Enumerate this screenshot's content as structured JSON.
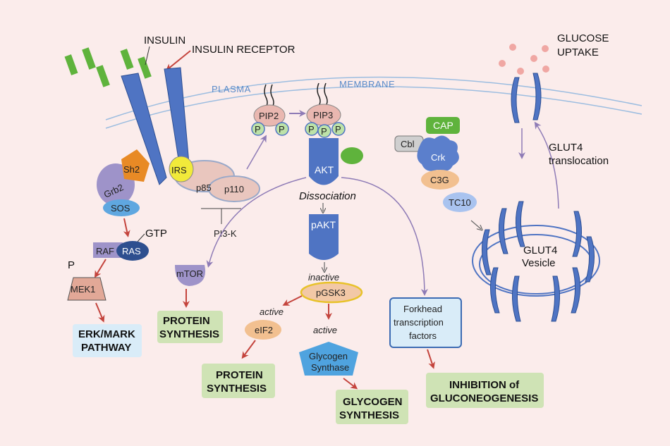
{
  "labels": {
    "insulin": "INSULIN",
    "insulin_receptor": "INSULIN RECEPTOR",
    "plasma": "PLASMA",
    "membrane": "MEMBRANE",
    "glucose": "GLUCOSE",
    "uptake": "UPTAKE",
    "pip2": "PIP2",
    "pip3": "PIP3",
    "p": "P",
    "sh2": "Sh2",
    "grb2": "Grb2",
    "sos": "SOS",
    "irs": "IRS",
    "p85": "p85",
    "p110": "p110",
    "pi3k": "PI3-K",
    "akt": "AKT",
    "dissociation": "Dissociation",
    "pakt": "pAKT",
    "inactive": "inactive",
    "pgsk3": "pGSK3",
    "active_left": "active",
    "active_right": "active",
    "eif2": "eIF2",
    "glycogen_synthase_1": "Glycogen",
    "glycogen_synthase_2": "Synthase",
    "cbl": "Cbl",
    "cap": "CAP",
    "crk": "Crk",
    "c3g": "C3G",
    "tc10": "TC10",
    "glut4_translocation_1": "GLUT4",
    "glut4_translocation_2": "translocation",
    "glut4_vesicle_1": "GLUT4",
    "glut4_vesicle_2": "Vesicle",
    "gtp": "GTP",
    "raf": "RAF",
    "ras": "RAS",
    "p_mek": "P",
    "mek1": "MEK1",
    "mtor": "mTOR",
    "erk_1": "ERK/MARK",
    "erk_2": "PATHWAY",
    "protein_synthesis_1_a": "PROTEIN",
    "protein_synthesis_1_b": "SYNTHESIS",
    "protein_synthesis_2_a": "PROTEIN",
    "protein_synthesis_2_b": "SYNTHESIS",
    "glycogen_synthesis_a": "GLYCOGEN",
    "glycogen_synthesis_b": "SYNTHESIS",
    "forkhead_1": "Forkhead",
    "forkhead_2": "transcription",
    "forkhead_3": "factors",
    "inhibition_a": "INHIBITION of",
    "inhibition_b": "GLUCONEOGENESIS"
  },
  "colors": {
    "background": "#fbeceb",
    "receptor_blue": "#4f74c3",
    "insulin_green": "#5fb33c",
    "arrow_red": "#c4443d",
    "arrow_purple": "#8e7bb6",
    "box_green": "#cfe3b5",
    "box_blue": "#d9ecf8"
  }
}
